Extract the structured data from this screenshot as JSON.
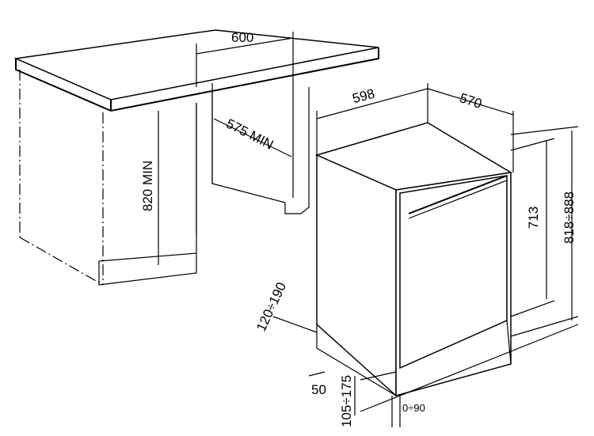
{
  "dimensions": {
    "worktop_width": "600",
    "cavity_depth": "575 MIN",
    "cavity_height": "820 MIN",
    "appliance_width": "598",
    "appliance_depth": "570",
    "body_height": "713",
    "total_height": "818÷888",
    "plinth_depth": "120÷190",
    "plinth_offset": "50",
    "plinth_height": "105÷175",
    "door_adjust": "0÷90"
  }
}
